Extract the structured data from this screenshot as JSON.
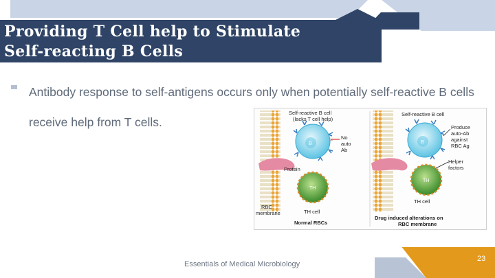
{
  "slide": {
    "title_line1": "Providing T Cell help to Stimulate",
    "title_line2": "Self-reacting B Cells",
    "bullet": "Antibody response to self-antigens occurs only when potentially self-reactive B cells receive help from T cells.",
    "footer": "Essentials of Medical Microbiology",
    "page_number": "23"
  },
  "figure": {
    "left_panel": {
      "header_line1": "Self-reactive B cell",
      "header_line2": "(lacks T cell help)",
      "b_cell": "B",
      "no_ab_line1": "No",
      "no_ab_line2": "auto",
      "no_ab_line3": "Ab",
      "protein": "Protein",
      "th_cell": "TH",
      "th_cell_label": "TH cell",
      "rbc_line1": "RBC",
      "rbc_line2": "membrane",
      "caption": "Normal RBCs"
    },
    "right_panel": {
      "header": "Self-reactive B cell",
      "b_cell": "B",
      "produces_line1": "Produce",
      "produces_line2": "auto-Ab",
      "produces_line3": "against",
      "produces_line4": "RBC Ag",
      "helper_line1": "Helper",
      "helper_line2": "factors",
      "th_cell": "TH",
      "th_cell_label": "TH cell",
      "caption_line1": "Drug induced alterations on",
      "caption_line2": "RBC membrane"
    }
  }
}
